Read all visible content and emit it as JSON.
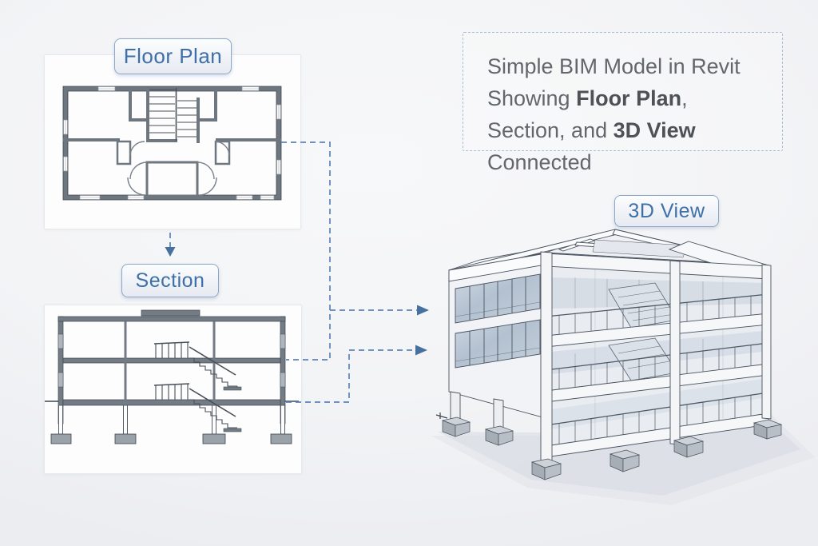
{
  "badges": {
    "floor_plan": "Floor Plan",
    "section": "Section",
    "view_3d": "3D View"
  },
  "caption": {
    "seg1": "Simple BIM Model in Revit Showing ",
    "bold1": "Floor Plan",
    "seg2": ", Section, and ",
    "bold2": "3D View",
    "seg3": " Connected"
  },
  "colors": {
    "accent_blue": "#3e6fa6",
    "connector_blue": "#5b83b8",
    "arrowhead_blue": "#46709e",
    "wall_gray": "#6e7680",
    "glass_blue": "#b9c5d3",
    "card_white": "#fdfdfe"
  },
  "diagram": {
    "views": [
      "Floor Plan",
      "Section",
      "3D View"
    ],
    "connections": [
      {
        "from": "Floor Plan",
        "to": "Section",
        "style": "dashed-arrow-down"
      },
      {
        "from": "Floor Plan",
        "to": "3D View",
        "style": "dashed-arrow-right"
      },
      {
        "from": "Section",
        "to": "3D View",
        "style": "dashed-arrow-right"
      }
    ]
  }
}
